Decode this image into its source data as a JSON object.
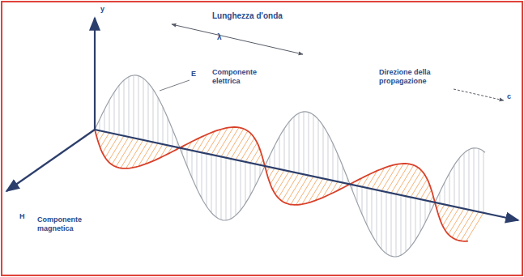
{
  "diagram": {
    "labels": [
      "y",
      "Lunghezza d'onda",
      "λ",
      "E",
      "Componente elettrica",
      "Direzione della propagazione",
      "c",
      "H",
      "Componente magnetica"
    ]
  }
}
